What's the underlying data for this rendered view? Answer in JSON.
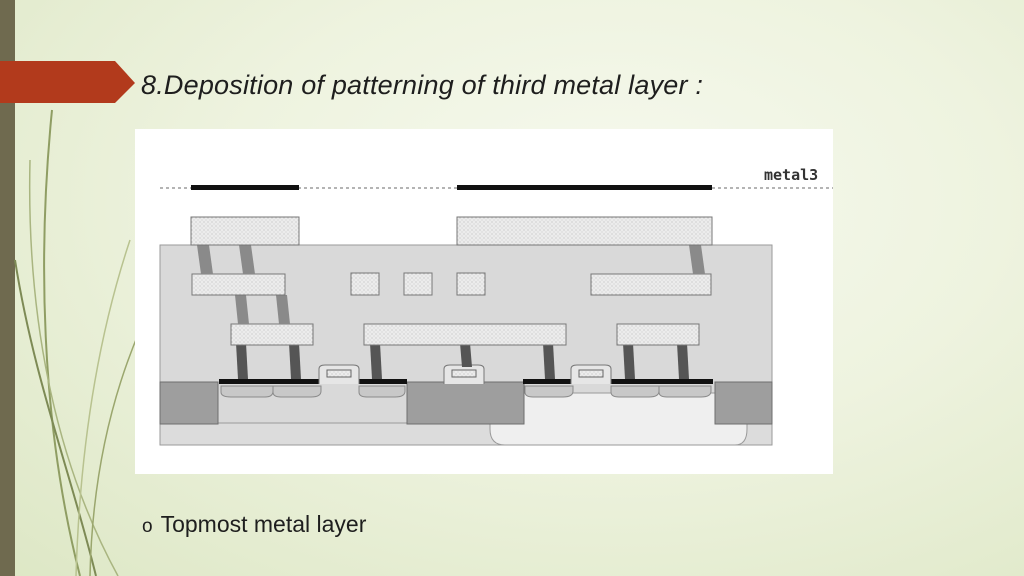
{
  "slide": {
    "title": "8.Deposition of patterning of third metal layer :"
  },
  "figure": {
    "label": "metal3"
  },
  "bullets": [
    {
      "marker": "o",
      "text": "Topmost metal layer"
    }
  ],
  "colors": {
    "accent": "#b23a1c",
    "left_bar": "#6f6a4f",
    "background": "#eef3df"
  }
}
